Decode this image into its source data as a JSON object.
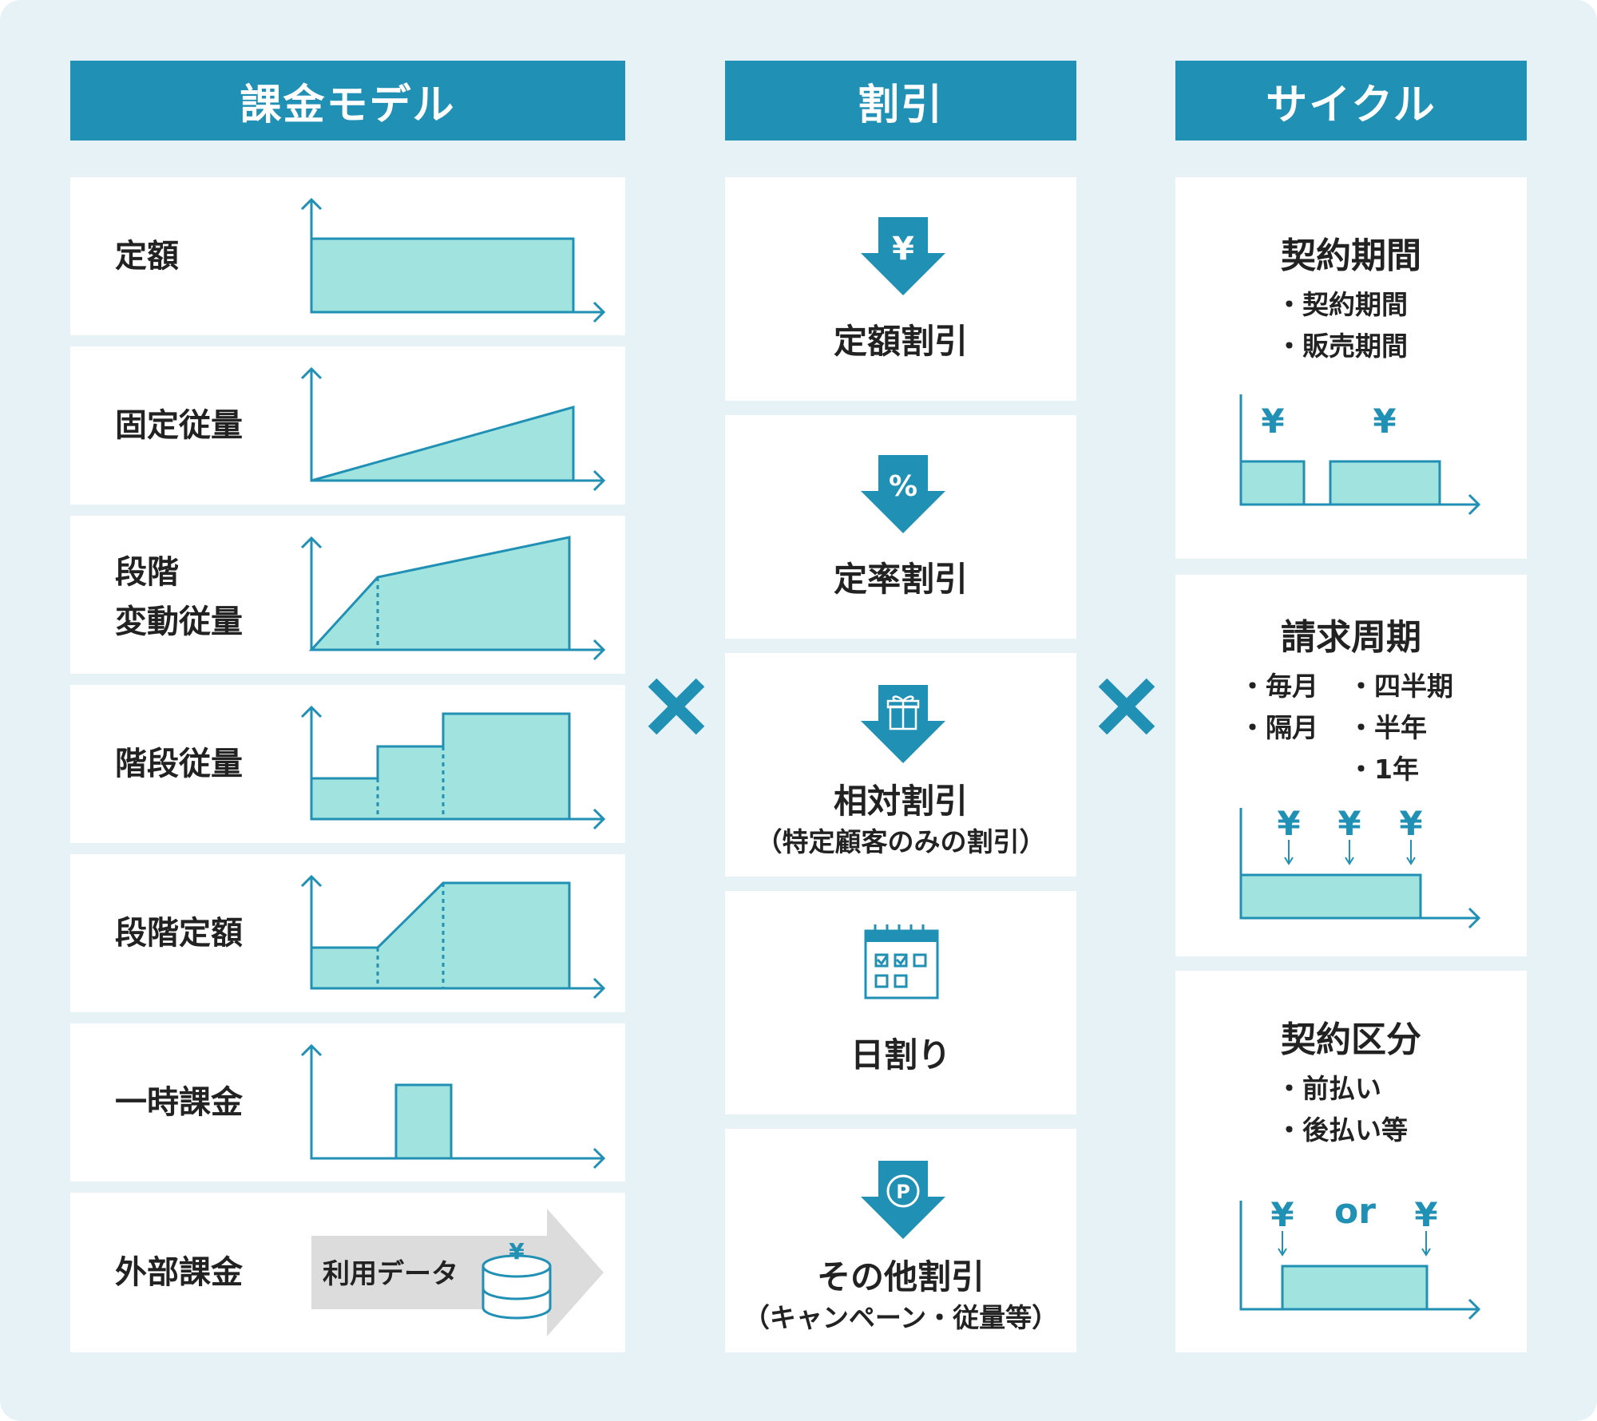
{
  "headers": {
    "model": "課金モデル",
    "discount": "割引",
    "cycle": "サイクル"
  },
  "models": [
    {
      "label": [
        "定額"
      ]
    },
    {
      "label": [
        "固定従量"
      ]
    },
    {
      "label": [
        "段階",
        "変動従量"
      ]
    },
    {
      "label": [
        "階段従量"
      ]
    },
    {
      "label": [
        "段階定額"
      ]
    },
    {
      "label": [
        "一時課金"
      ]
    },
    {
      "label": [
        "外部課金"
      ],
      "arrow_text": "利用データ",
      "coin_symbol": "¥"
    }
  ],
  "discounts": [
    {
      "title": "定額割引",
      "icon": "yen-down-arrow-icon",
      "icon_text": "¥"
    },
    {
      "title": "定率割引",
      "icon": "percent-down-arrow-icon",
      "icon_text": "%"
    },
    {
      "title": "相対割引",
      "sub": "（特定顧客のみの割引）",
      "icon": "gift-down-arrow-icon"
    },
    {
      "title": "日割り",
      "icon": "calendar-icon"
    },
    {
      "title": "その他割引",
      "sub": "（キャンペーン・従量等）",
      "icon": "point-down-arrow-icon",
      "icon_text": "P"
    }
  ],
  "cycles": [
    {
      "title": "契約期間",
      "bullets": [
        "契約期間",
        "販売期間"
      ],
      "yen": "¥"
    },
    {
      "title": "請求周期",
      "bullets": [
        "毎月",
        "隔月",
        "四半期",
        "半年",
        "1年"
      ],
      "yen": "¥"
    },
    {
      "title": "契約区分",
      "bullets": [
        "前払い",
        "後払い等"
      ],
      "yen": "¥",
      "or_text": "or"
    }
  ],
  "colors": {
    "header": "#2190b5",
    "accent": "#2190b5",
    "fill": "#a0e3df",
    "background": "#e7f2f6",
    "grey_arrow": "#dcdcdc"
  }
}
